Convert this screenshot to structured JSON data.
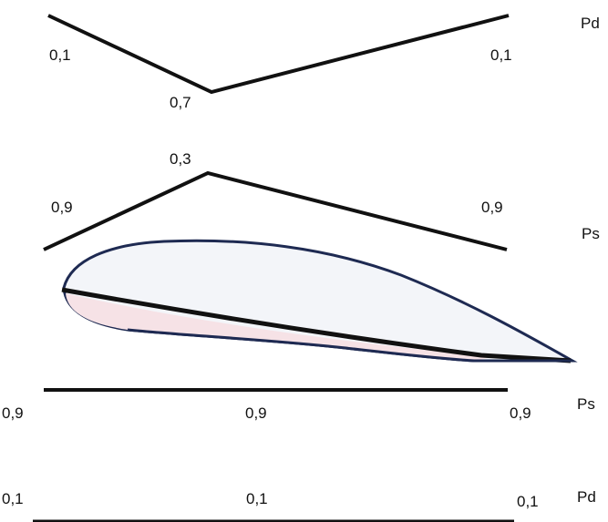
{
  "diagram": {
    "upper_pd": {
      "side_label": "Pd",
      "left_value": "0,1",
      "mid_value": "0,7",
      "right_value": "0,1"
    },
    "upper_ps": {
      "side_label": "Ps",
      "left_value": "0,9",
      "mid_value": "0,3",
      "right_value": "0,9"
    },
    "lower_ps": {
      "side_label": "Ps",
      "left_value": "0,9",
      "mid_value": "0,9",
      "right_value": "0,9"
    },
    "lower_pd": {
      "side_label": "Pd",
      "left_value": "0,1",
      "mid_value": "0,1",
      "right_value": "0,1"
    }
  },
  "colors": {
    "line": "#111111",
    "airfoil_outline": "#1e2a52",
    "airfoil_fill": "#f3f5f9",
    "airfoil_lower_tint": "#f6e2e6"
  }
}
